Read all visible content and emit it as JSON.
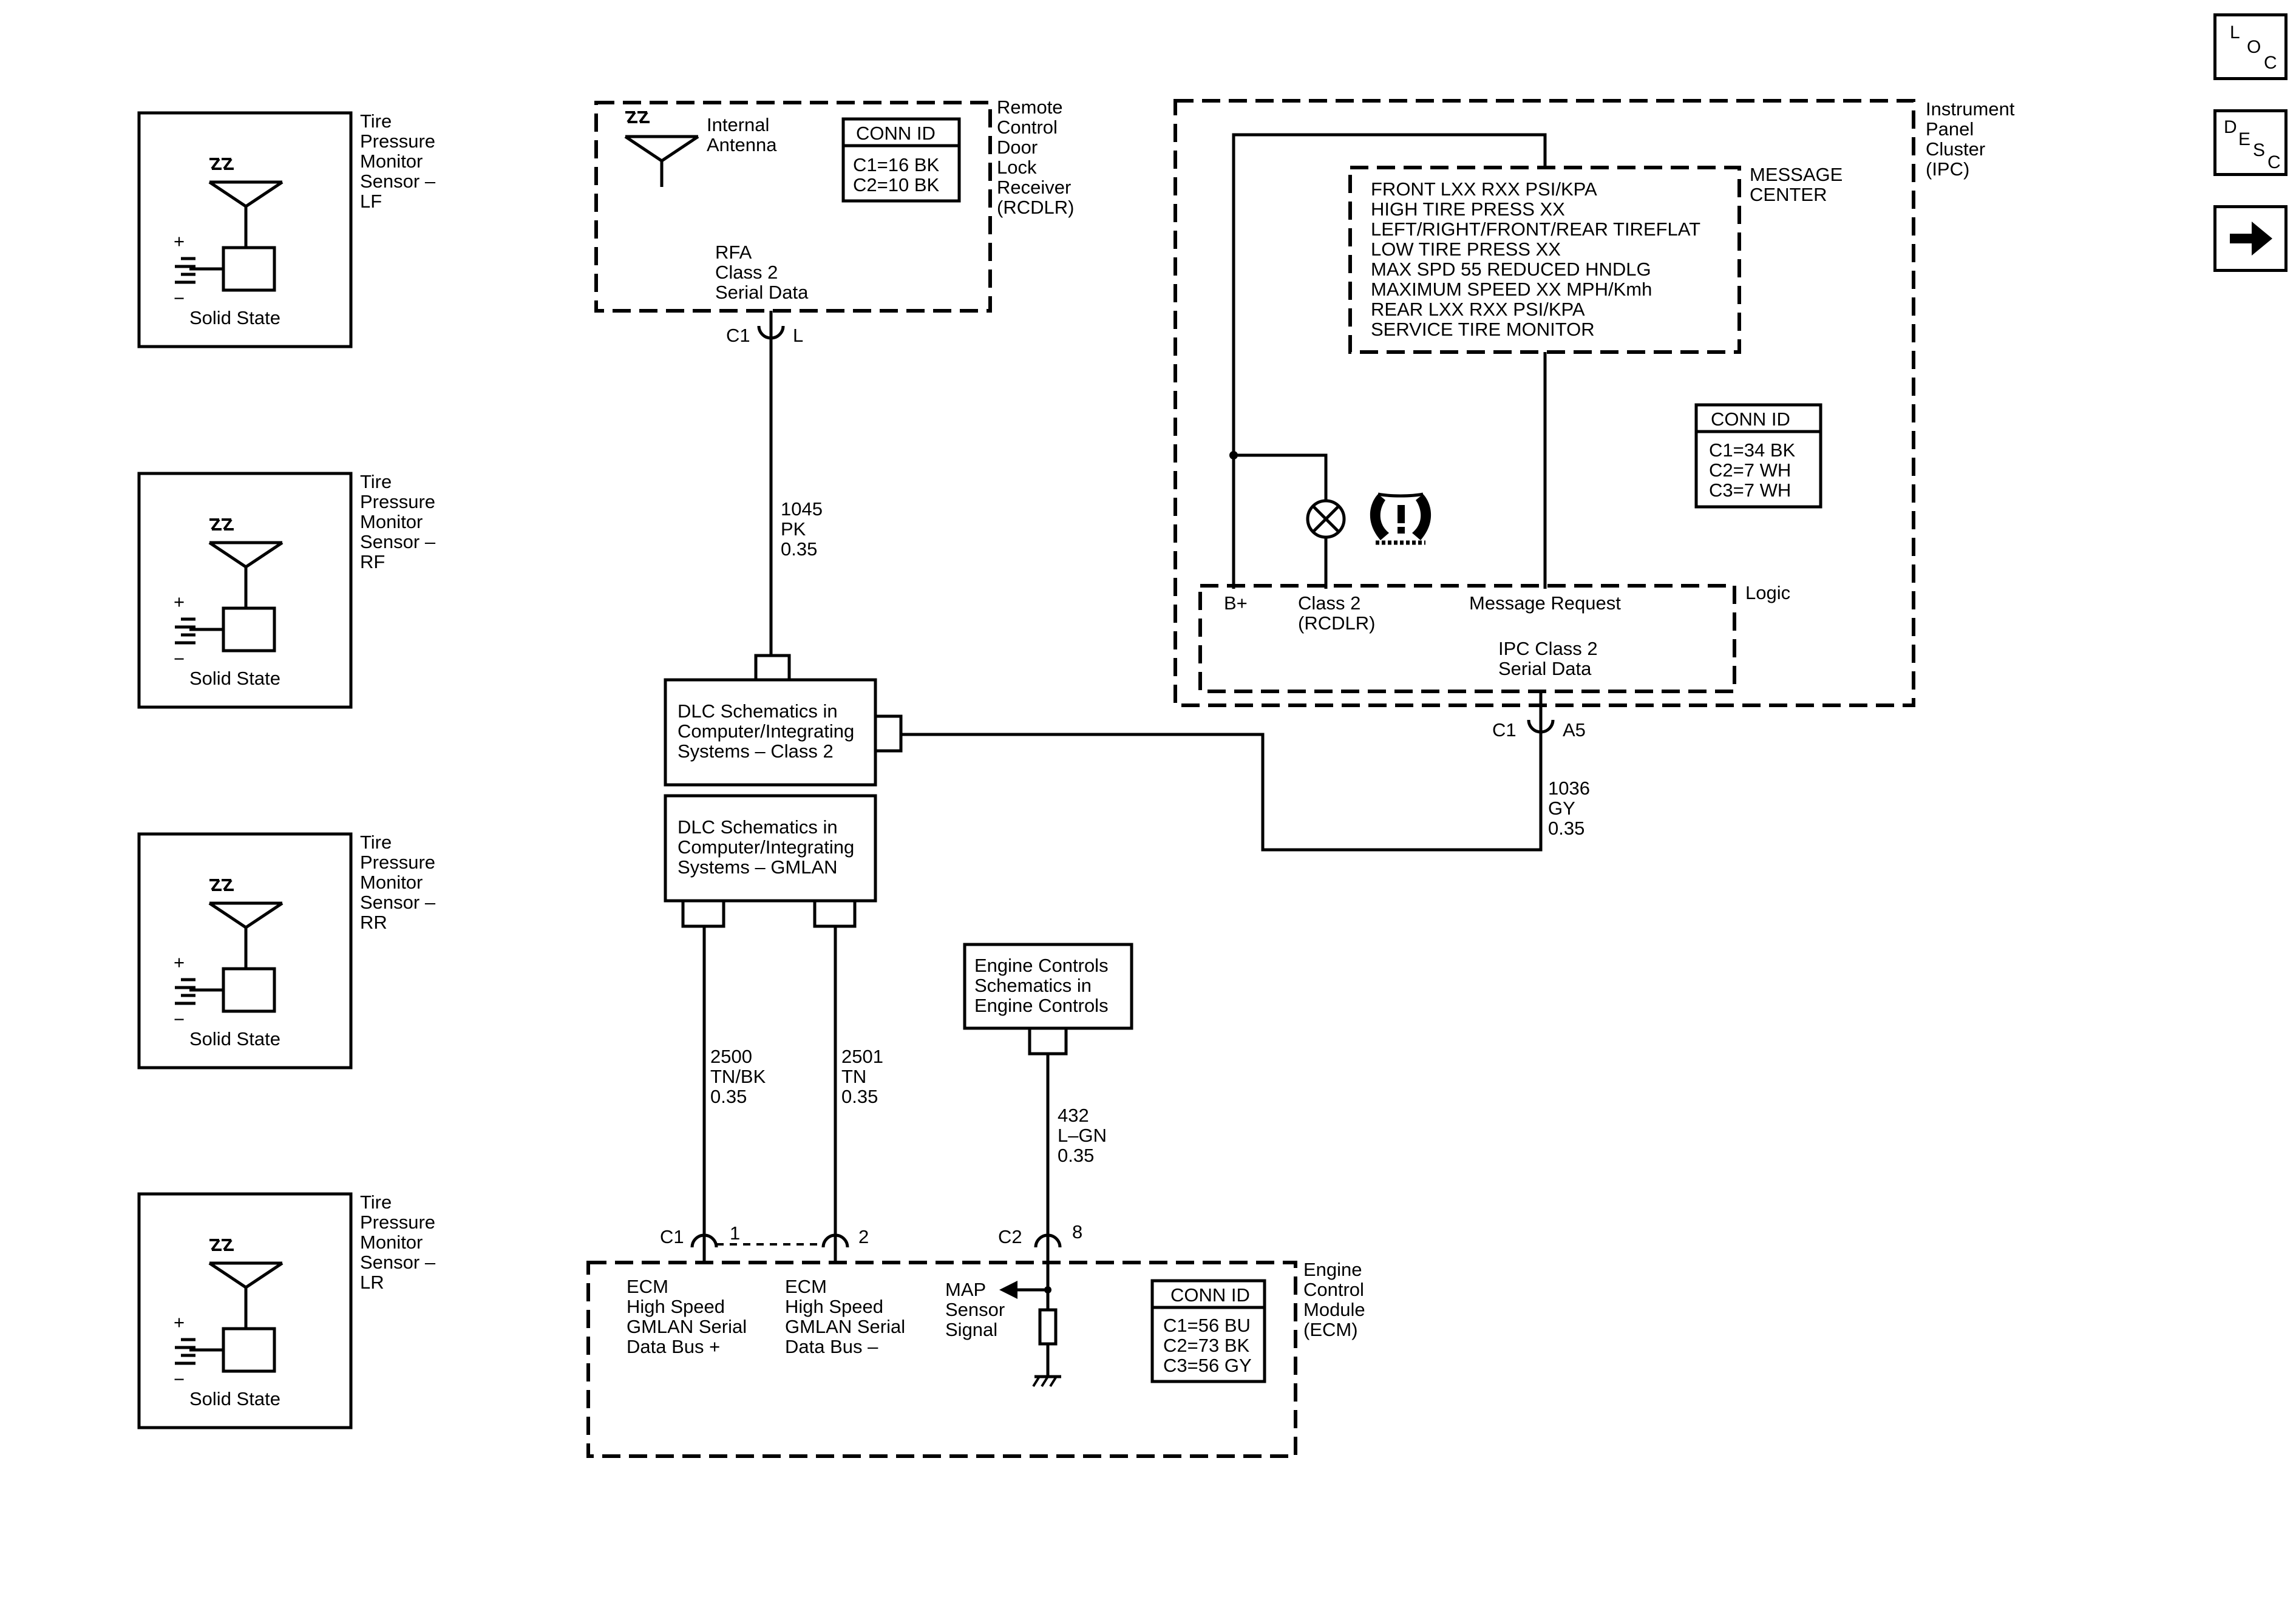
{
  "nav": {
    "loc": [
      "L",
      "O",
      "C"
    ],
    "desc": [
      "D",
      "E",
      "S",
      "C"
    ]
  },
  "sensors": [
    {
      "lines": [
        "Tire",
        "Pressure",
        "Monitor",
        "Sensor –",
        "LF"
      ],
      "caption": "Solid State"
    },
    {
      "lines": [
        "Tire",
        "Pressure",
        "Monitor",
        "Sensor –",
        "RF"
      ],
      "caption": "Solid State"
    },
    {
      "lines": [
        "Tire",
        "Pressure",
        "Monitor",
        "Sensor –",
        "RR"
      ],
      "caption": "Solid State"
    },
    {
      "lines": [
        "Tire",
        "Pressure",
        "Monitor",
        "Sensor –",
        "LR"
      ],
      "caption": "Solid State"
    }
  ],
  "polarity": {
    "plus": "+",
    "minus": "−"
  },
  "rcdlr": {
    "name_lines": [
      "Remote",
      "Control",
      "Door",
      "Lock",
      "Receiver",
      "(RCDLR)"
    ],
    "antenna_lines": [
      "Internal",
      "Antenna"
    ],
    "conn_title": "CONN ID",
    "conn_lines": [
      "C1=16 BK",
      "C2=10 BK"
    ],
    "rfa_lines": [
      "RFA",
      "Class 2",
      "Serial Data"
    ],
    "conn_left": "C1",
    "conn_right": "L"
  },
  "wire_1045": [
    "1045",
    "PK",
    "0.35"
  ],
  "dlc_class2": [
    "DLC Schematics in",
    "Computer/Integrating",
    "Systems – Class 2"
  ],
  "dlc_gmlan": [
    "DLC Schematics in",
    "Computer/Integrating",
    "Systems – GMLAN"
  ],
  "ipc": {
    "name_lines": [
      "Instrument",
      "Panel",
      "Cluster",
      "(IPC)"
    ],
    "message_center_lines": [
      "MESSAGE",
      "CENTER"
    ],
    "messages": [
      "FRONT LXX RXX PSI/KPA",
      "HIGH TIRE PRESS XX",
      "LEFT/RIGHT/FRONT/REAR TIREFLAT",
      "LOW TIRE PRESS XX",
      "MAX SPD 55 REDUCED HNDLG",
      "MAXIMUM SPEED XX MPH/Kmh",
      "REAR LXX RXX PSI/KPA",
      "SERVICE TIRE MONITOR"
    ],
    "conn_title": "CONN ID",
    "conn_lines": [
      "C1=34 BK",
      "C2=7 WH",
      "C3=7 WH"
    ],
    "logic_label": "Logic",
    "b_plus": "B+",
    "class2_lines": [
      "Class 2",
      "(RCDLR)"
    ],
    "message_request": "Message Request",
    "serial_lines": [
      "IPC Class 2",
      "Serial Data"
    ],
    "conn_left": "C1",
    "conn_right": "A5"
  },
  "wire_1036": [
    "1036",
    "GY",
    "0.35"
  ],
  "wire_2500": [
    "2500",
    "TN/BK",
    "0.35"
  ],
  "wire_2501": [
    "2501",
    "TN",
    "0.35"
  ],
  "engine_controls": [
    "Engine Controls",
    "Schematics in",
    "Engine Controls"
  ],
  "wire_432": [
    "432",
    "L–GN",
    "0.35"
  ],
  "ecm": {
    "name_lines": [
      "Engine",
      "Control",
      "Module",
      "(ECM)"
    ],
    "c1": "C1",
    "pin1": "1",
    "pin2": "2",
    "c2": "C2",
    "pin8": "8",
    "bus_plus_lines": [
      "ECM",
      "High Speed",
      "GMLAN Serial",
      "Data Bus +"
    ],
    "bus_minus_lines": [
      "ECM",
      "High Speed",
      "GMLAN Serial",
      "Data Bus –"
    ],
    "map_lines": [
      "MAP",
      "Sensor",
      "Signal"
    ],
    "conn_title": "CONN ID",
    "conn_lines": [
      "C1=56 BU",
      "C2=73 BK",
      "C3=56 GY"
    ]
  }
}
